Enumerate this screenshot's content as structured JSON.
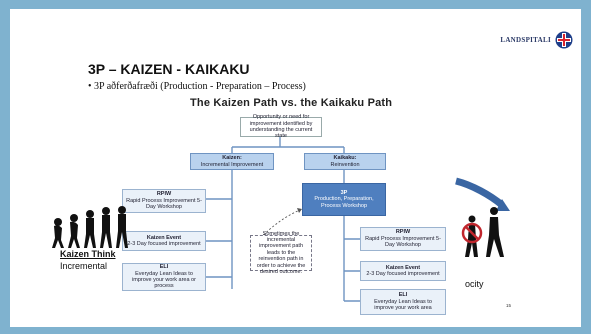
{
  "logo": {
    "text": "LANDSPITALI"
  },
  "slide": {
    "title": "3P – KAIZEN - KAIKAKU",
    "bullet": "3P aðferðafræði (Production - Preparation – Process)",
    "page_number": "15"
  },
  "diagram": {
    "title": "The Kaizen Path vs. the Kaikaku Path",
    "opportunity": "Opportunity or need for improvement identified by understanding the current state",
    "kaizen_title": "Kaizen:",
    "kaizen_sub": "Incremental Improvement",
    "kaikaku_title": "Kaikaku:",
    "kaikaku_sub": "Reinvention",
    "rpiw_title": "RPIW",
    "rpiw_sub": "Rapid Process Improvement 5-Day Workshop",
    "event_title": "Kaizen Event",
    "event_sub": "2-3 Day focused improvement",
    "eli_title": "ELI",
    "eli_sub": "Everyday Lean Ideas to improve your work area or process",
    "threep_title": "3P",
    "threep_sub": "Production, Preparation, Process Workshop",
    "rpiw2_title": "RPIW",
    "rpiw2_sub": "Rapid Process Improvement 5-Day Workshop",
    "event2_title": "Kaizen Event",
    "event2_sub": "2-3 Day focused improvement",
    "eli2_title": "ELI",
    "eli2_sub": "Everyday Lean Ideas to improve your work area",
    "note": "Sometimes the incremental improvement path leads to the reinvention path in order to achieve the desired outcome."
  },
  "left_image": {
    "caption1": "Kaizen Think",
    "caption2": "Incremental"
  },
  "right_image": {
    "caption": "ocity"
  },
  "colors": {
    "frame": "#7fb2cf",
    "dark_box": "#4f7fbf",
    "light_box": "#b9d2ee"
  }
}
